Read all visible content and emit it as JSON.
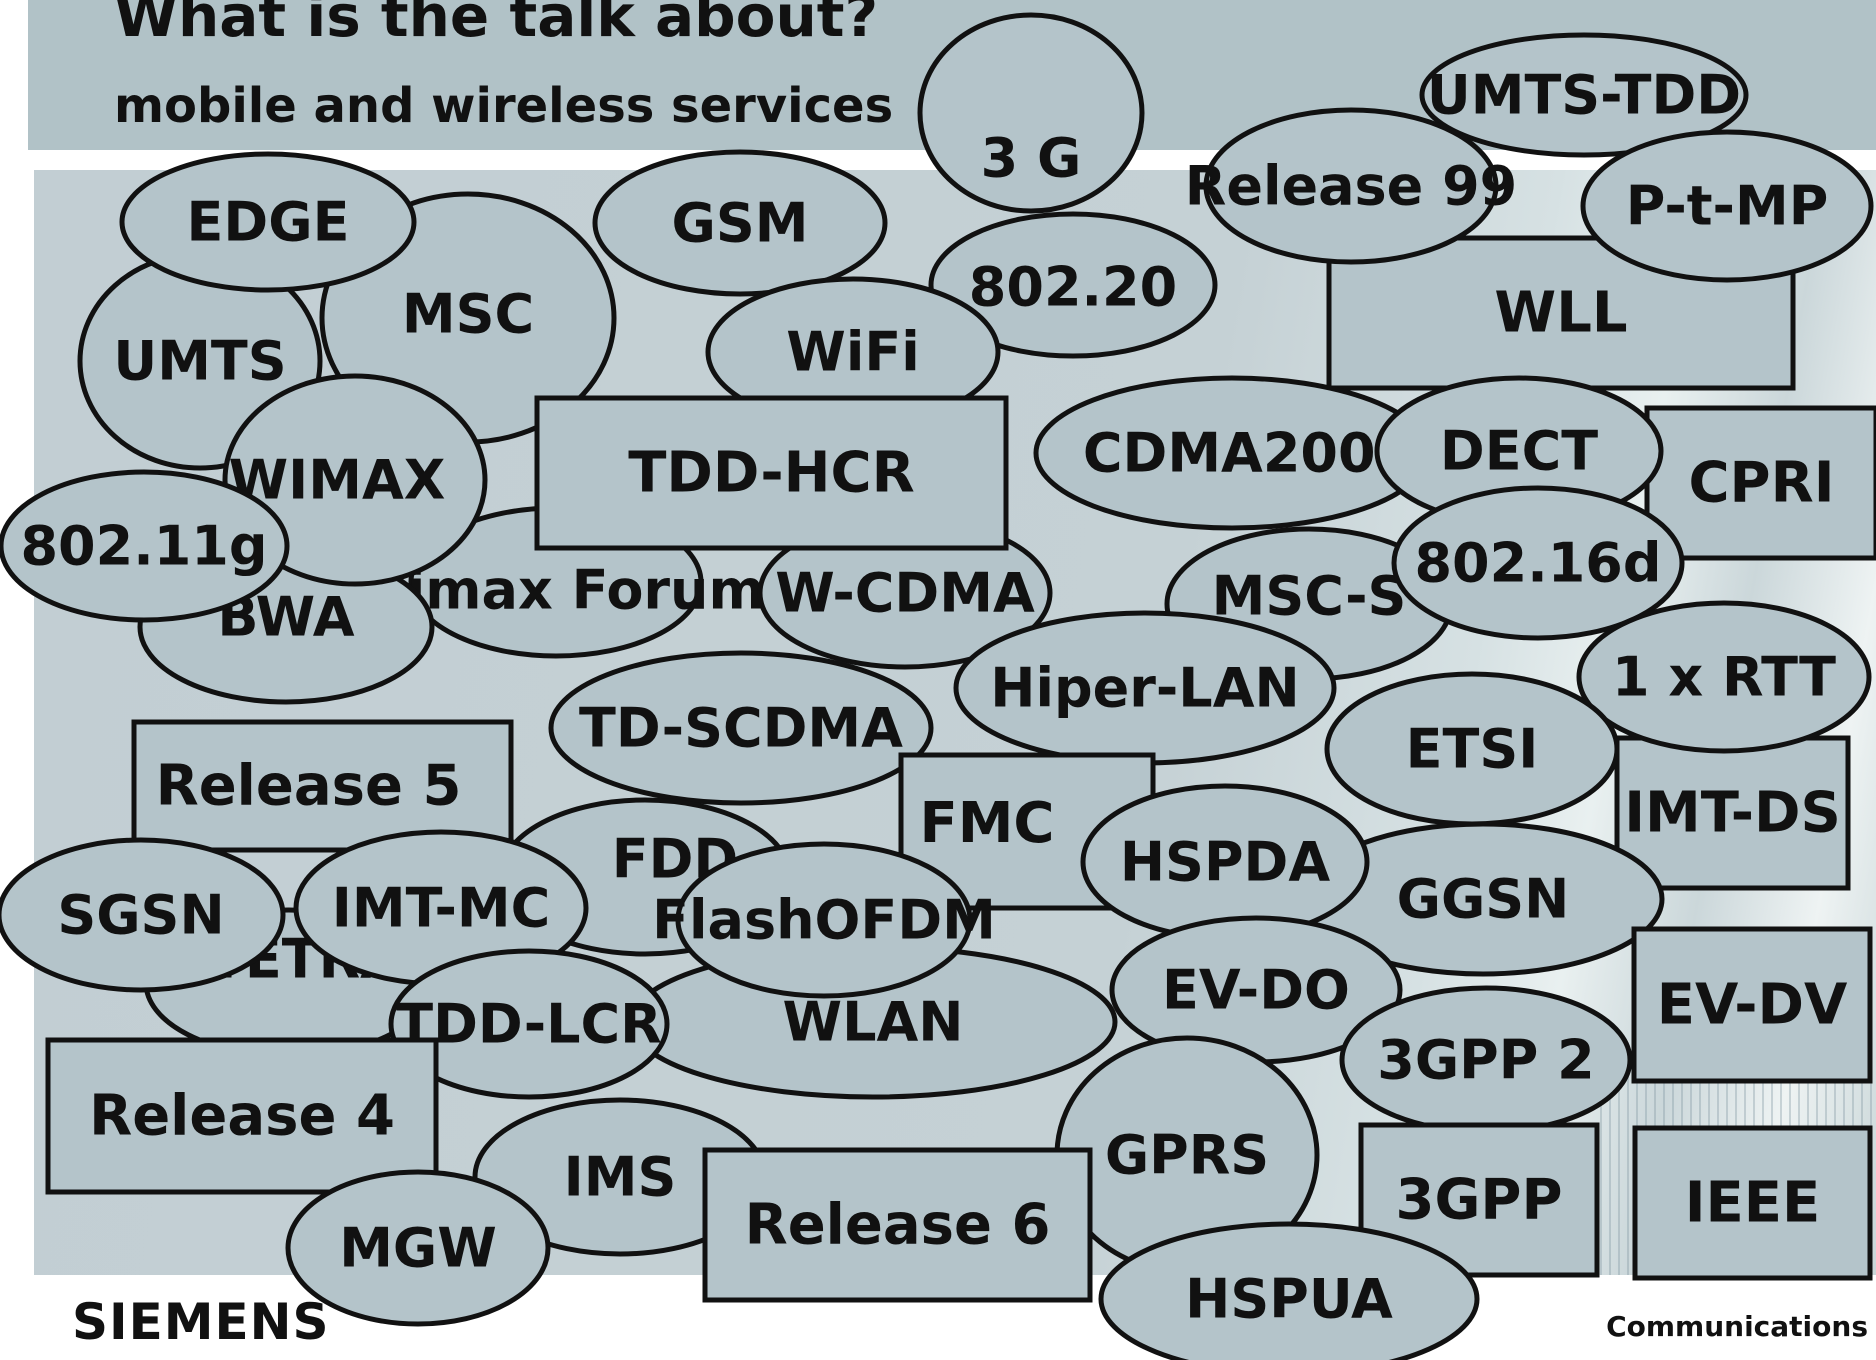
{
  "header": {
    "title": "What is the talk about?",
    "subtitle": "mobile and wireless services"
  },
  "terms": [
    "3 G",
    "UMTS-TDD",
    "WLL",
    "P-t-MP",
    "Release 99",
    "MSC",
    "UMTS",
    "EDGE",
    "GSM",
    "802.20",
    "WiFi",
    "Wimax Forum",
    "W-CDMA",
    "BWA",
    "WIMAX",
    "802.11g",
    "TDD-HCR",
    "CDMA2000",
    "CPRI",
    "DECT",
    "MSC-S",
    "802.16d",
    "Hiper-LAN",
    "TD-SCDMA",
    "Release 5",
    "IMT-DS",
    "1 x RTT",
    "ETSI",
    "FMC",
    "GGSN",
    "HSPDA",
    "FDD",
    "TETRA",
    "SGSN",
    "IMT-MC",
    "WLAN",
    "TDD-LCR",
    "FlashOFDM",
    "EV-DO",
    "EV-DV",
    "3GPP 2",
    "Release 4",
    "GPRS",
    "IMS",
    "Release 6",
    "3GPP",
    "IEEE",
    "MGW",
    "HSPUA"
  ],
  "footer": {
    "brand": "SIEMENS",
    "division": "Communications"
  },
  "colors": {
    "bubble_fill": "#b4c4ca",
    "outline": "#111111",
    "header_band": "#b1c2c7"
  }
}
